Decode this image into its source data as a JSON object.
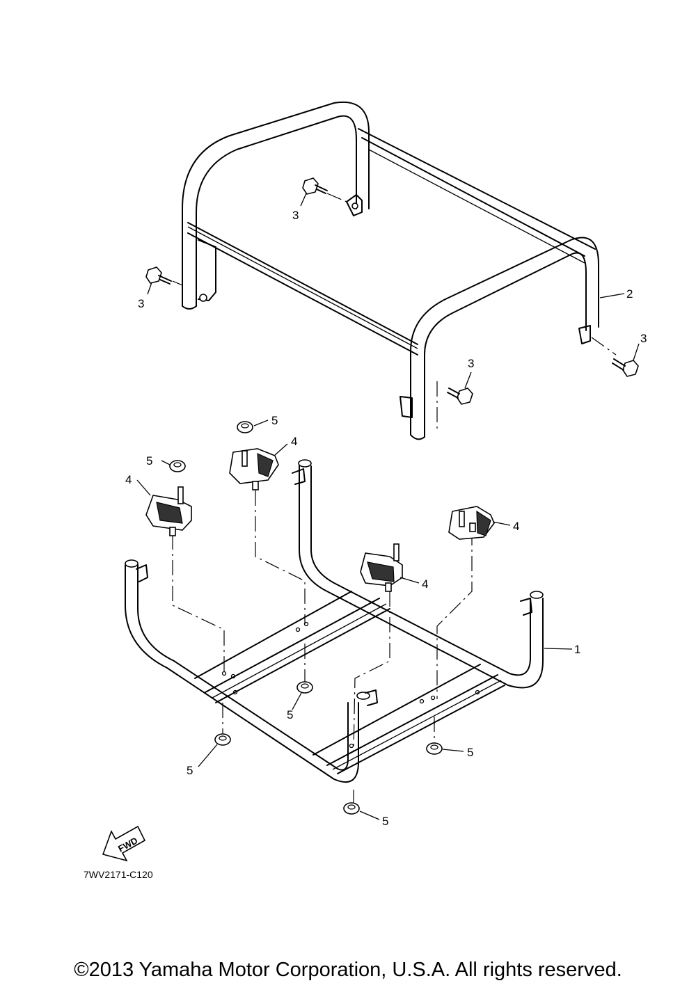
{
  "callouts": {
    "frame_lower": "1",
    "frame_upper": "2",
    "bolt": "3",
    "mount": "4",
    "nut": "5"
  },
  "fwd_label": "FWD",
  "diagram_code": "7WV2171-C120",
  "copyright": "©2013 Yamaha Motor Corporation, U.S.A. All rights reserved."
}
